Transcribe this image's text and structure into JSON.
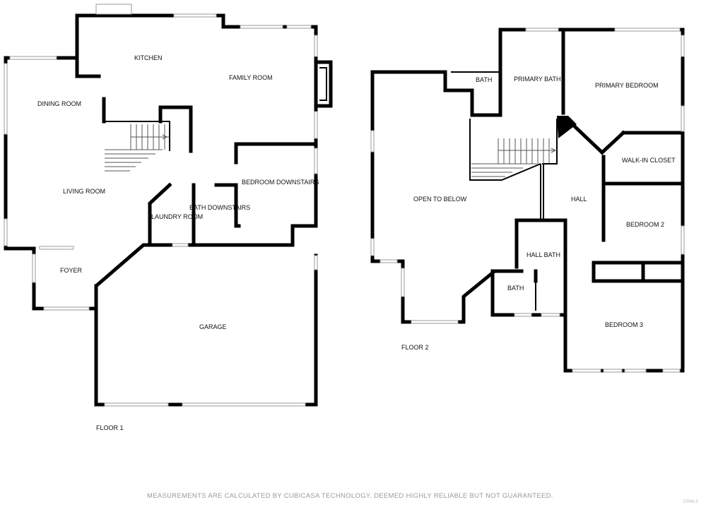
{
  "floors": [
    {
      "name": "FLOOR 1",
      "rooms": {
        "kitchen": "KITCHEN",
        "family_room": "FAMILY ROOM",
        "dining_room": "DINING ROOM",
        "living_room": "LIVING ROOM",
        "foyer": "FOYER",
        "laundry_room": "LAUNDRY ROOM",
        "bath_downstairs": "BATH DOWNSTAIRS",
        "bedroom_downstairs": "BEDROOM DOWNSTAIRS",
        "garage": "GARAGE"
      }
    },
    {
      "name": "FLOOR 2",
      "rooms": {
        "bath_top": "BATH",
        "primary_bath": "PRIMARY BATH",
        "primary_bedroom": "PRIMARY BEDROOM",
        "walk_in_closet": "WALK-IN CLOSET",
        "open_to_below": "OPEN TO BELOW",
        "hall": "HALL",
        "bedroom_2": "BEDROOM 2",
        "hall_bath": "HALL BATH",
        "bath_lower": "BATH",
        "bedroom_3": "BEDROOM 3"
      }
    }
  ],
  "disclaimer": "MEASUREMENTS ARE CALCULATED BY CUBICASA TECHNOLOGY. DEEMED HIGHLY RELIABLE BUT NOT GUARANTEED.",
  "watermark": "CRMLS"
}
